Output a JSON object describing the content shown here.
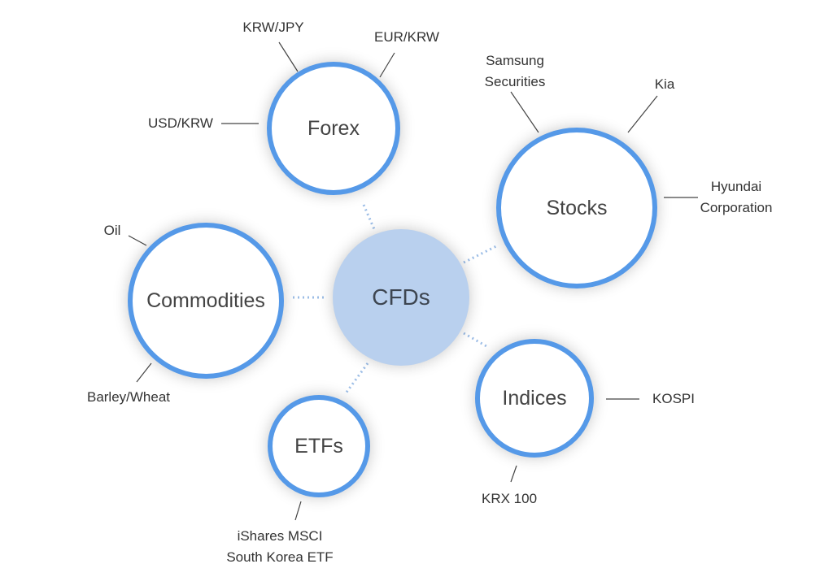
{
  "center": {
    "label": "CFDs"
  },
  "categories": [
    {
      "label": "Forex",
      "items": [
        "KRW/JPY",
        "EUR/KRW",
        "USD/KRW"
      ]
    },
    {
      "label": "Stocks",
      "items": [
        "Samsung Securities",
        "Kia",
        "Hyundai Corporation"
      ]
    },
    {
      "label": "Commodities",
      "items": [
        "Oil",
        "Barley/Wheat"
      ]
    },
    {
      "label": "Indices",
      "items": [
        "KOSPI",
        "KRX 100"
      ]
    },
    {
      "label": "ETFs",
      "items": [
        "iShares MSCI South Korea ETF"
      ]
    }
  ],
  "colors": {
    "ring": "#5599e8",
    "center_fill": "#b9d0ee",
    "dots": "#9cbde6"
  }
}
